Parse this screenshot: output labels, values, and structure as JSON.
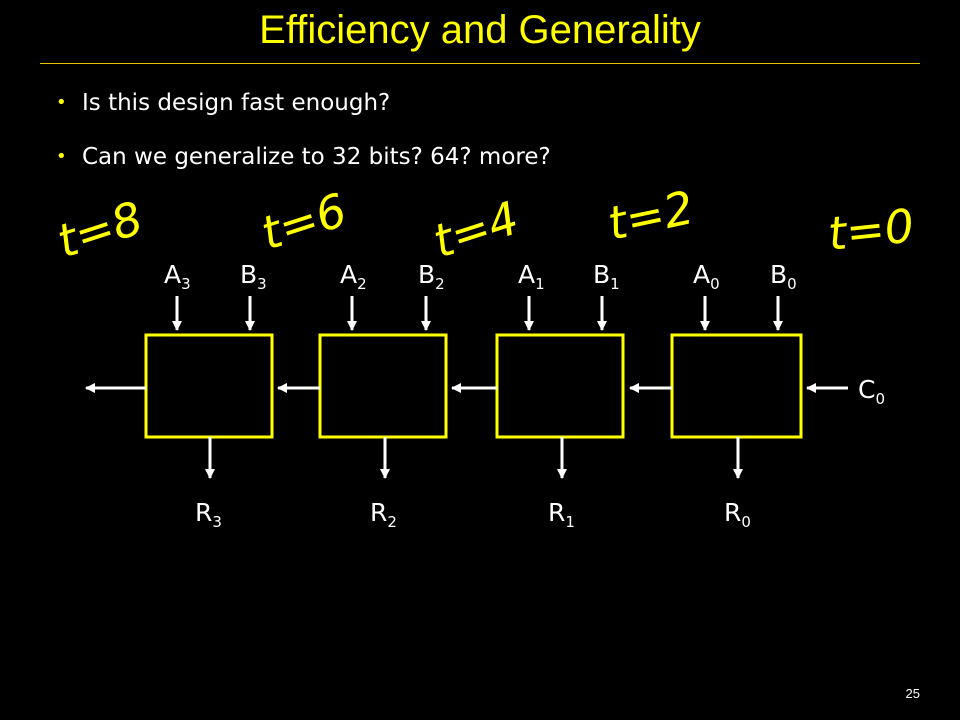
{
  "slide": {
    "title": "Efficiency and Generality",
    "bullets": [
      "Is this design fast enough?",
      "Can we generalize to 32 bits? 64? more?"
    ],
    "page_number": "25"
  },
  "diagram": {
    "box_color": "#ffff00",
    "stages": [
      {
        "a_base": "A",
        "a_sub": "3",
        "b_base": "B",
        "b_sub": "3",
        "r_base": "R",
        "r_sub": "3",
        "time": "t=8"
      },
      {
        "a_base": "A",
        "a_sub": "2",
        "b_base": "B",
        "b_sub": "2",
        "r_base": "R",
        "r_sub": "2",
        "time": "t=6"
      },
      {
        "a_base": "A",
        "a_sub": "1",
        "b_base": "B",
        "b_sub": "1",
        "r_base": "R",
        "r_sub": "1",
        "time": "t=4"
      },
      {
        "a_base": "A",
        "a_sub": "0",
        "b_base": "B",
        "b_sub": "0",
        "r_base": "R",
        "r_sub": "0",
        "time": "t=2"
      }
    ],
    "carry_in": {
      "base": "C",
      "sub": "0",
      "time": "t=0"
    }
  }
}
